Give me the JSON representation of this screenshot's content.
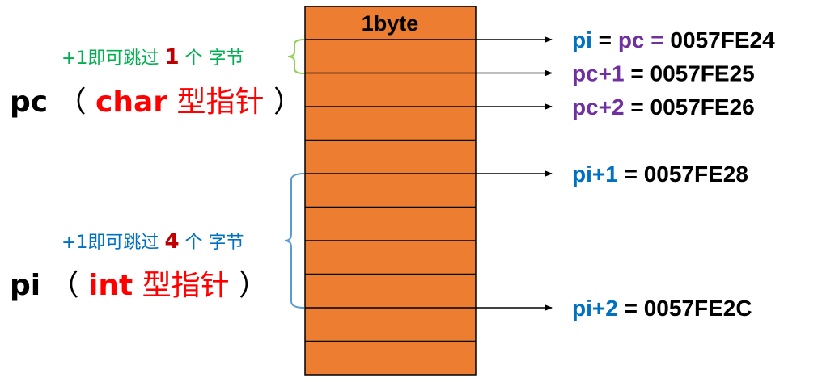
{
  "memory": {
    "header": "1byte",
    "cell_count": 11,
    "fill_color": "#ED7D31",
    "border_color": "#000000"
  },
  "pointers": [
    {
      "parts": [
        {
          "text": "pi",
          "color": "#0070C0"
        },
        {
          "text": " = ",
          "color": "#000000"
        },
        {
          "text": "pc",
          "color": "#7030A0"
        },
        {
          "text": " = ",
          "color": "#7030A0"
        },
        {
          "text": "0057FE24",
          "color": "#000000"
        }
      ]
    },
    {
      "parts": [
        {
          "text": "pc+1",
          "color": "#7030A0"
        },
        {
          "text": " = 0057FE25",
          "color": "#000000"
        }
      ]
    },
    {
      "parts": [
        {
          "text": "pc+2",
          "color": "#7030A0"
        },
        {
          "text": " = 0057FE26",
          "color": "#000000"
        }
      ]
    },
    {
      "parts": [
        {
          "text": "pi+1",
          "color": "#0070C0"
        },
        {
          "text": " = 0057FE28",
          "color": "#000000"
        }
      ]
    },
    {
      "parts": [
        {
          "text": "pi+2",
          "color": "#0070C0"
        },
        {
          "text": " = 0057FE2C",
          "color": "#000000"
        }
      ]
    }
  ],
  "char_group": {
    "step_label": {
      "prefix": "+1即可跳过",
      "number": "1",
      "suffix": "个 字节",
      "color": "#00B050",
      "number_color": "#C00000"
    },
    "pointer_label": {
      "name": "pc",
      "open": "（",
      "type_word": "char",
      "type_suffix": "型指针",
      "close": "）",
      "name_color": "#000000",
      "type_color": "#FF0000"
    },
    "brace_color": "#92D050"
  },
  "int_group": {
    "step_label": {
      "prefix": "+1即可跳过",
      "number": "4",
      "suffix": "个 字节",
      "color": "#0070C0",
      "number_color": "#C00000"
    },
    "pointer_label": {
      "name": "pi",
      "open": "（",
      "type_word": "int",
      "type_suffix": "型指针",
      "close": "）",
      "name_color": "#000000",
      "type_color": "#FF0000"
    },
    "brace_color": "#5B9BD5"
  }
}
